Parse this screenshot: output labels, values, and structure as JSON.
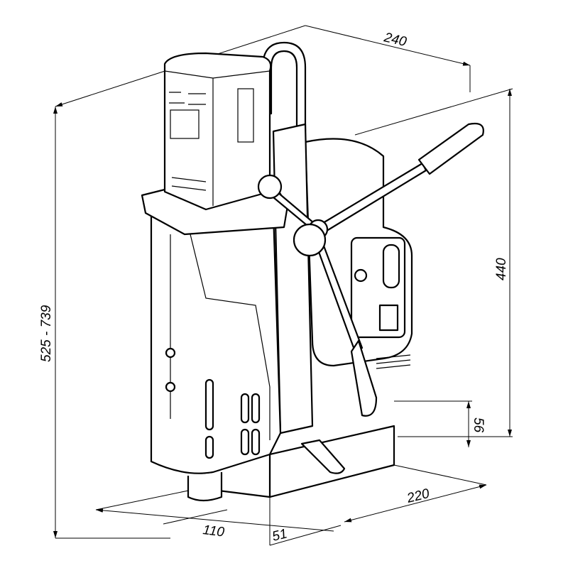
{
  "title": "Magnetic drill dimension drawing",
  "dimensions": {
    "width_top": "240",
    "height_body": "440",
    "height_total": "525 - 739",
    "base_height": "56",
    "base_length": "220",
    "depth_front": "110",
    "offset": "51"
  },
  "colors": {
    "line": "#000000",
    "background": "#ffffff"
  }
}
